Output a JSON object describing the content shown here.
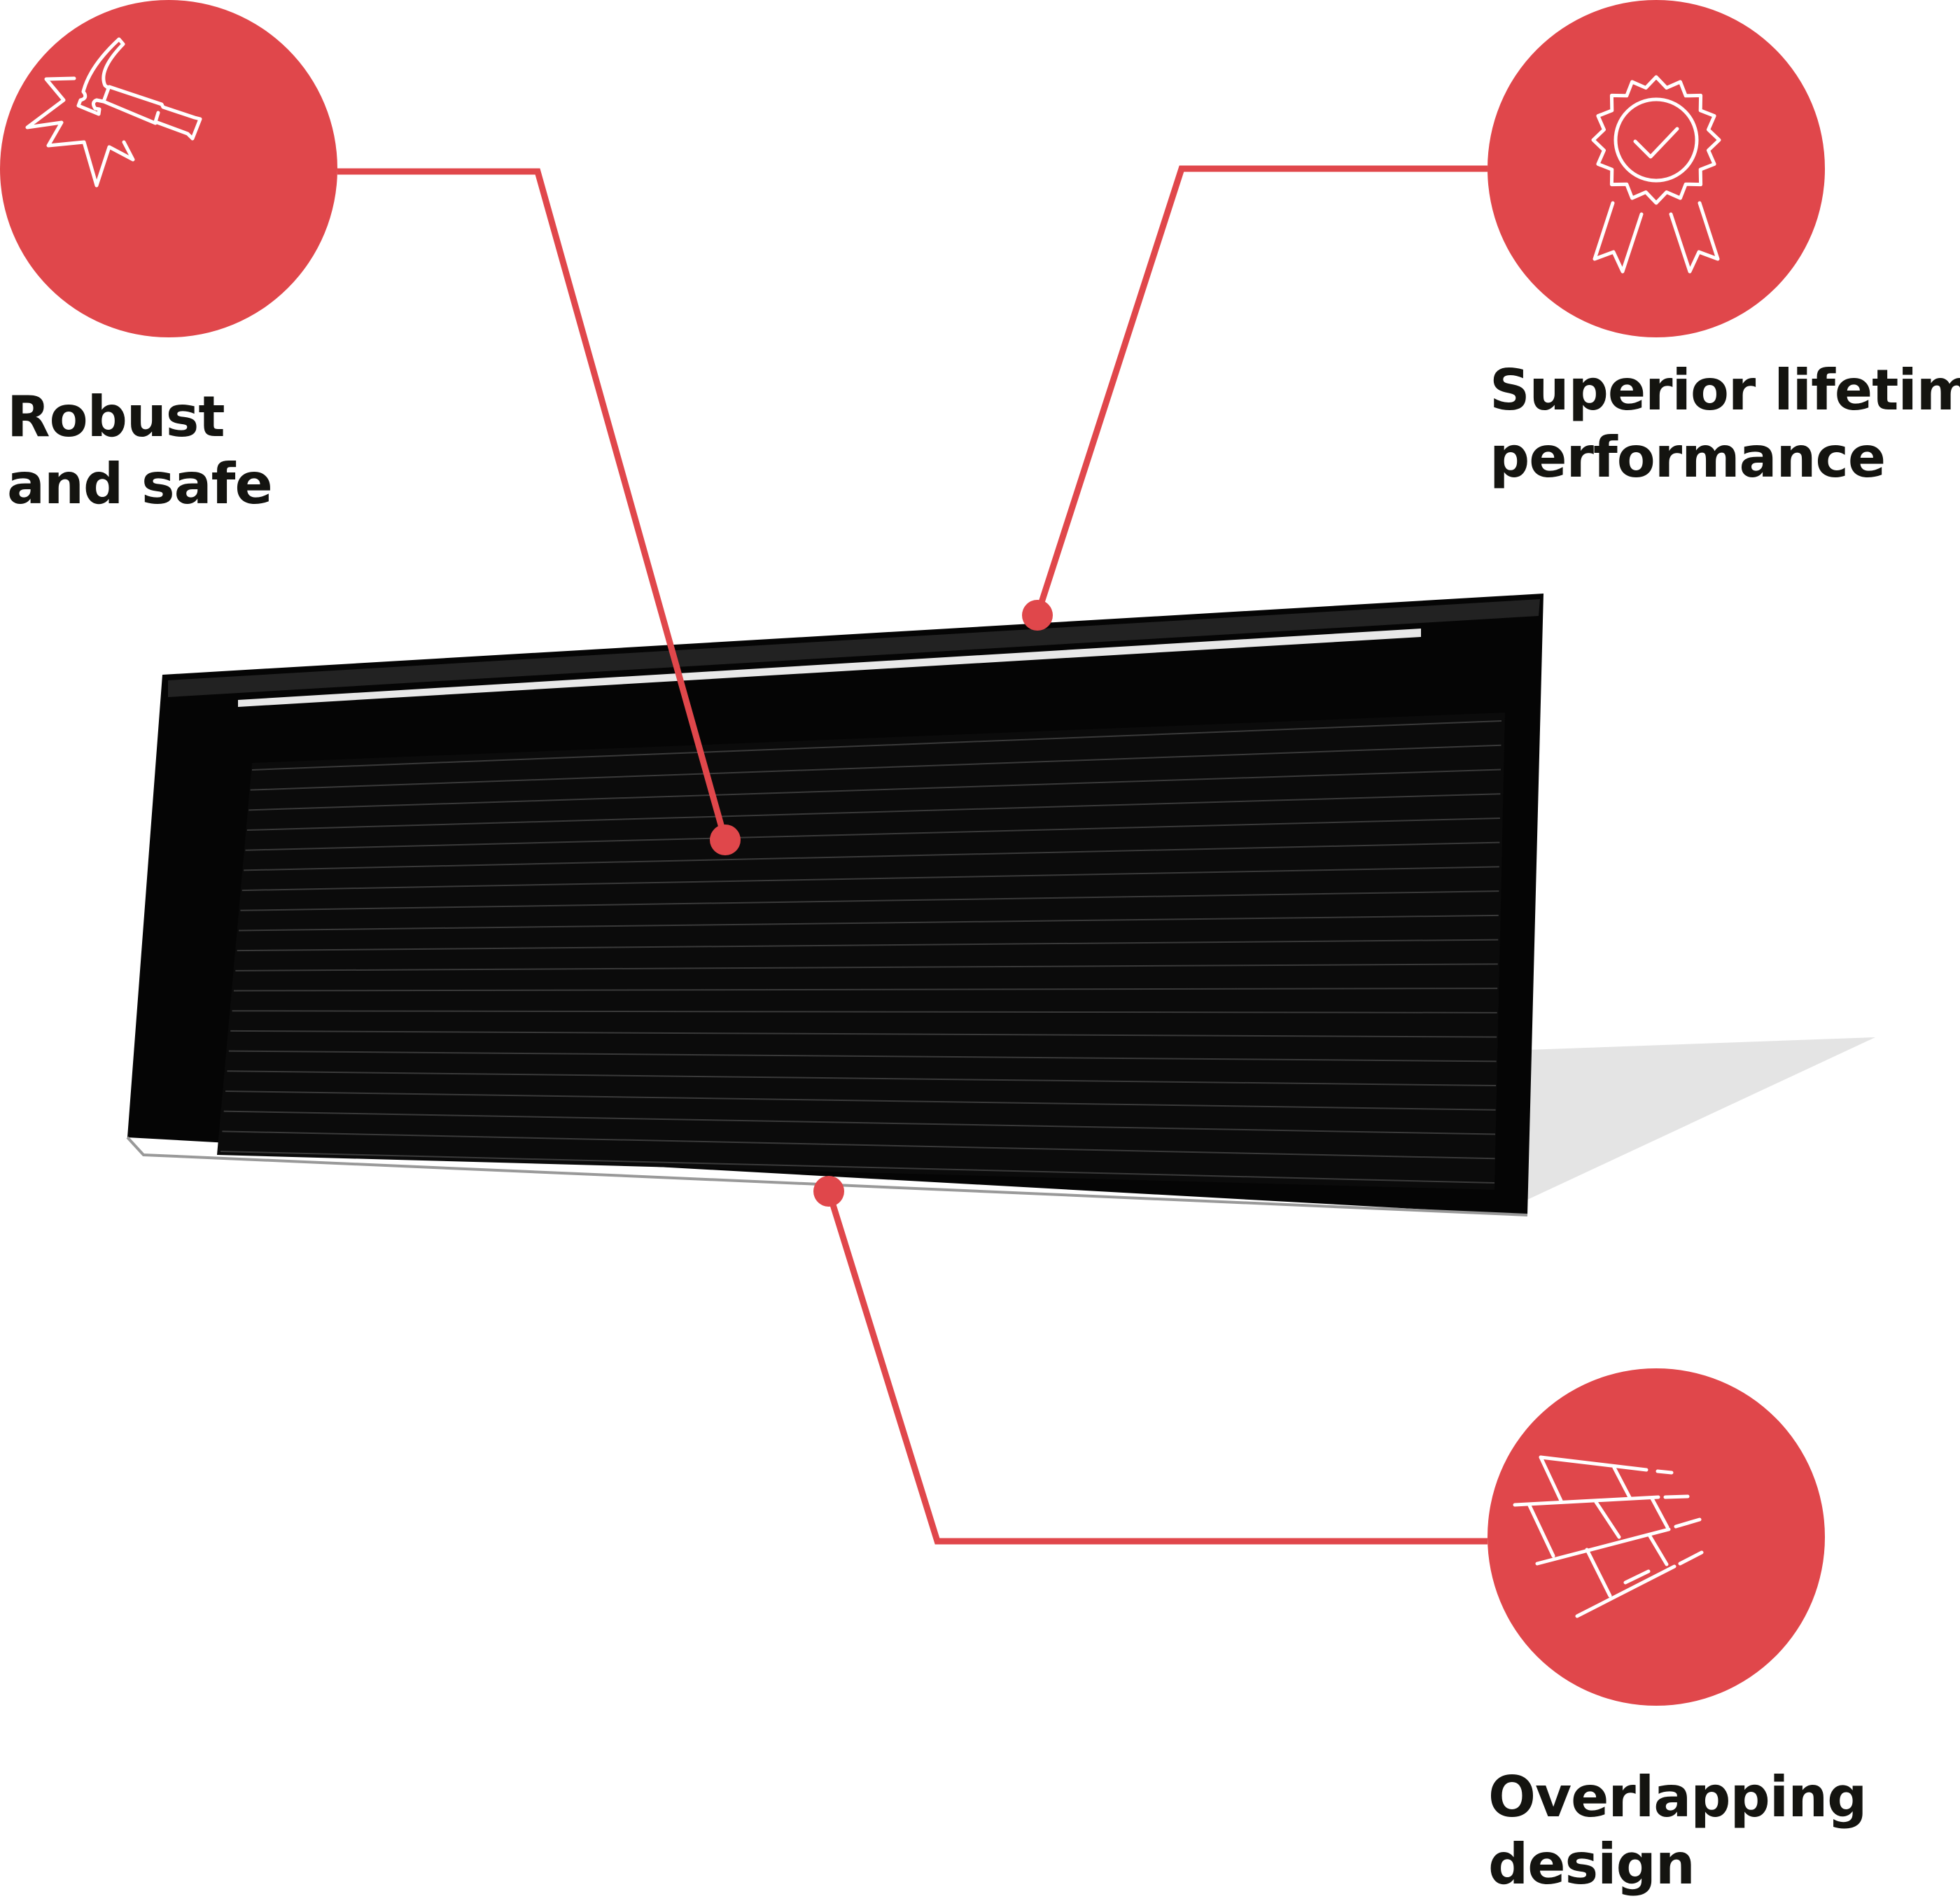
{
  "colors": {
    "accent": "#e0474b",
    "text": "#141410",
    "panel": "#050505"
  },
  "features": [
    {
      "icon": "hammer-impact-icon",
      "lines": [
        "Robust",
        "and safe"
      ]
    },
    {
      "icon": "award-rosette-check-icon",
      "lines": [
        "Superior lifetime",
        "performance"
      ]
    },
    {
      "icon": "overlapping-tiles-icon",
      "lines": [
        "Overlapping",
        "design"
      ]
    }
  ]
}
